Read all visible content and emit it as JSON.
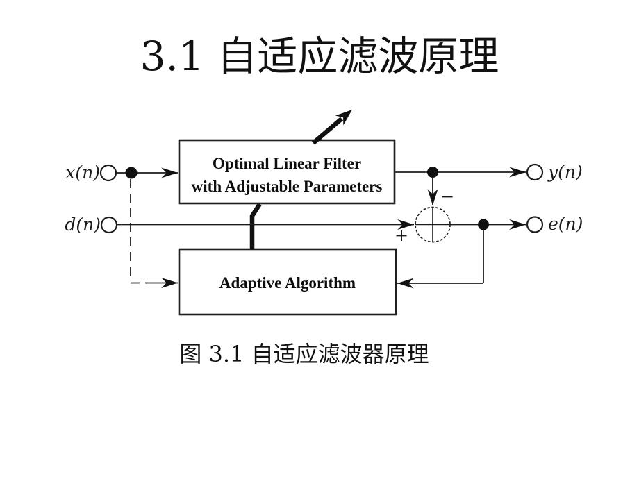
{
  "slide": {
    "title": "3.1 自适应滤波原理",
    "caption": "图 3.1 自适应滤波器原理",
    "background_color": "#ffffff",
    "ink_color": "#1a1a1a"
  },
  "diagram": {
    "filter_box": {
      "line1": "Optimal Linear Filter",
      "line2": "with Adjustable Parameters"
    },
    "algorithm_box": {
      "label": "Adaptive Algorithm"
    },
    "labels": {
      "input": "x(n)",
      "desired": "d(n)",
      "output": "y(n)",
      "error": "e(n)"
    },
    "summing_junction": {
      "plus": "+",
      "minus": "−"
    }
  }
}
